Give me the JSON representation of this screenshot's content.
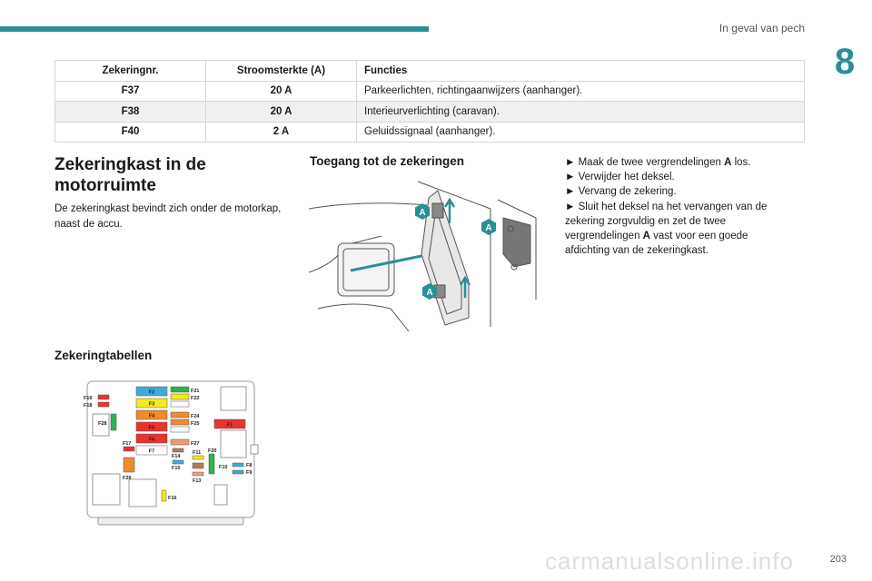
{
  "header": {
    "section_title": "In geval van pech",
    "chapter_number": "8"
  },
  "table": {
    "headers": [
      "Zekeringnr.",
      "Stroomsterkte (A)",
      "Functies"
    ],
    "rows": [
      [
        "F37",
        "20 A",
        "Parkeerlichten, richtingaanwijzers (aanhanger)."
      ],
      [
        "F38",
        "20 A",
        "Interieurverlichting (caravan)."
      ],
      [
        "F40",
        "2 A",
        "Geluidssignaal (aanhanger)."
      ]
    ]
  },
  "fusebox": {
    "title": "Zekeringkast in de motorruimte",
    "text": "De zekeringkast bevindt zich onder de motorkap, naast de accu."
  },
  "tables_heading": "Zekeringtabellen",
  "access": {
    "title": "Toegang tot de zekeringen",
    "callout_label": "A",
    "steps": [
      {
        "bullet": "►",
        "pre": "Maak de twee vergrendelingen ",
        "bold": "A",
        "post": " los."
      },
      {
        "bullet": "►",
        "pre": "Verwijder het deksel.",
        "bold": "",
        "post": ""
      },
      {
        "bullet": "►",
        "pre": "Vervang de zekering.",
        "bold": "",
        "post": ""
      },
      {
        "bullet": "►",
        "pre": "Sluit het deksel na het vervangen van de zekering zorgvuldig en zet de twee vergrendelingen ",
        "bold": "A",
        "post": " vast voor een goede afdichting van de zekeringkast."
      }
    ]
  },
  "fuse_labels": {
    "f2": "F2",
    "f3": "F3",
    "f4": "F4",
    "f5": "F5",
    "f6": "F6",
    "f7": "F7",
    "f21": "F21",
    "f22": "F22",
    "f24": "F24",
    "f25": "F25",
    "f27": "F27",
    "f19": "F19",
    "f18": "F18",
    "f28": "F28",
    "f17": "F17",
    "f29": "F29",
    "f14": "F14",
    "f15": "F15",
    "f11": "F11",
    "f20": "F20",
    "f13": "F13",
    "f10": "F10",
    "f8": "F8",
    "f9": "F9",
    "f1": "F1",
    "f16": "F16"
  },
  "colors": {
    "accent": "#2a8f94",
    "blue": "#3fa9dc",
    "yellow": "#f5ea1a",
    "orange": "#f08a2c",
    "red": "#e8332f",
    "green": "#2eb24a",
    "salmon": "#f29a78",
    "brown": "#b07a5a"
  },
  "footer": {
    "page_number": "203",
    "watermark": "carmanualsonline.info"
  }
}
